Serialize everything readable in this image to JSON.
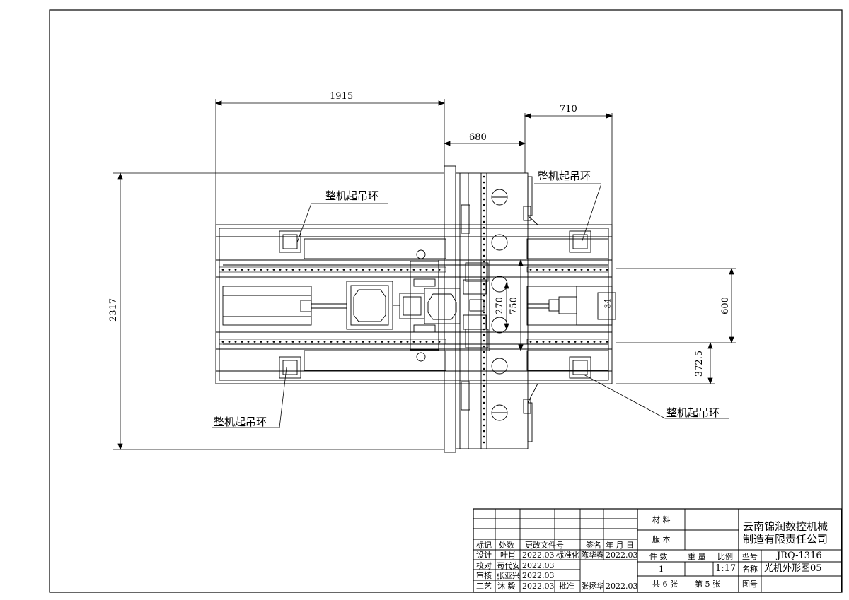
{
  "dimensions": {
    "d1915": "1915",
    "d710": "710",
    "d680": "680",
    "d2317": "2317",
    "d270": "270",
    "d750": "750",
    "d600": "600",
    "d3725": "372.5",
    "d34": "34"
  },
  "callouts": {
    "top_left": "整机起吊环",
    "top_right": "整机起吊环",
    "bottom_left": "整机起吊环",
    "bottom_right": "整机起吊环"
  },
  "title_block": {
    "mark": "标记",
    "count": "处数",
    "change_doc": "更改文件号",
    "sign": "签名",
    "date_hdr": "年 月 日",
    "design": "设计",
    "designer": "叶肖",
    "design_date": "2022.03",
    "standard": "标准化",
    "standard_by": "陈华春",
    "standard_date": "2022.03",
    "check": "校对",
    "checker": "苟代安",
    "check_date": "2022.03",
    "review": "审核",
    "reviewer": "张亚兴",
    "review_date": "2022.03",
    "process": "工艺",
    "processor": "沐 毅",
    "process_date": "2022.03",
    "approve": "批准",
    "approver": "张拯华",
    "approve_date": "2022.03",
    "material": "材 料",
    "edition": "版 本",
    "pieces": "件 数",
    "weight": "重 量",
    "ratio": "比例",
    "pieces_val": "1",
    "ratio_val": "1:17",
    "company_line1": "云南锦润数控机械",
    "company_line2": "制造有限责任公司",
    "model_label": "型号",
    "model_val": "JRQ-1316",
    "name_label": "名称",
    "name_val": "光机外形图05",
    "sheets_total": "共 6 张",
    "sheet_no": "第 5 张",
    "drawing_no_label": "图号"
  }
}
